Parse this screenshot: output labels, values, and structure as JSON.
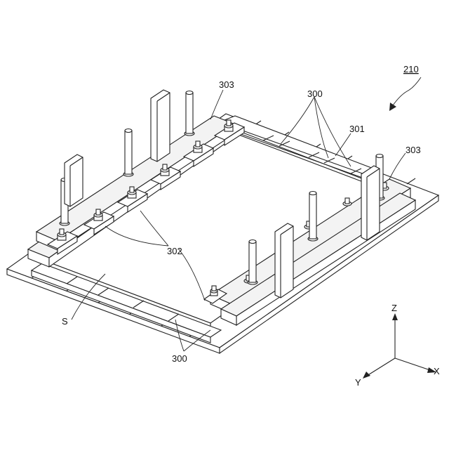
{
  "figure_label": "210",
  "labels": {
    "frame_right_top": "303",
    "frame_right_side": "303",
    "rail_top": "300",
    "rail_bottom": "300",
    "rod": "301",
    "clamps": "302",
    "substrate": "S"
  },
  "axes": {
    "z": "Z",
    "x": "X",
    "y": "Y"
  }
}
